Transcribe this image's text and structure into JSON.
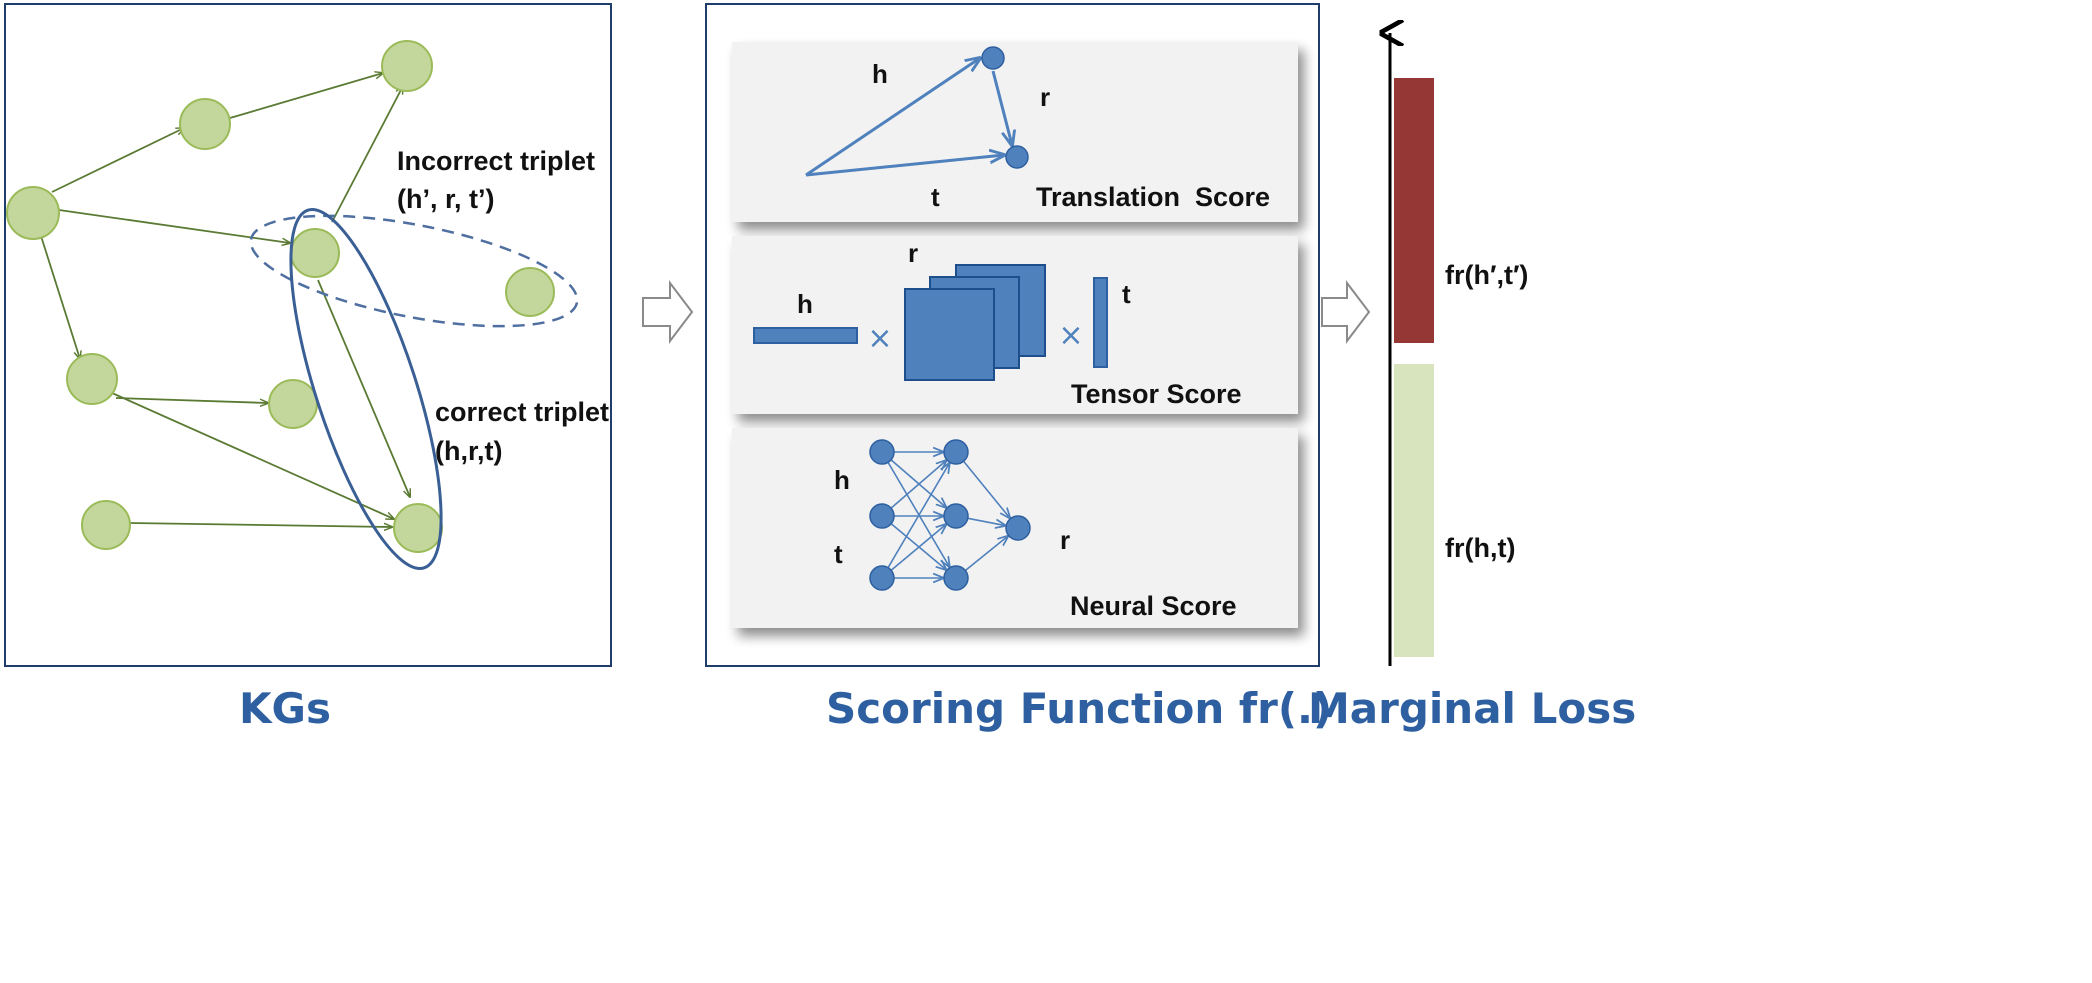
{
  "colors": {
    "node_fill": "#c3d69b",
    "node_stroke": "#9bbb59",
    "edge": "#5a7a33",
    "blue": "#4f81bd",
    "blue_dark": "#2e5fa0",
    "loss_high": "#953735",
    "loss_low": "#d7e4bd",
    "panel_bg": "#f2f2f2"
  },
  "kg_panel": {
    "incorrect_label_line1": "Incorrect triplet",
    "incorrect_label_line2": "(h’, r, t’)",
    "correct_label_line1": "correct triplet",
    "correct_label_line2": "(h,r,t)",
    "caption": "KGs"
  },
  "scoring_panel": {
    "translation": {
      "h": "h",
      "r": "r",
      "t": "t",
      "title": "Translation  Score"
    },
    "tensor": {
      "h": "h",
      "r": "r",
      "t": "t",
      "times": "×",
      "title": "Tensor Score"
    },
    "neural": {
      "h": "h",
      "t": "t",
      "r": "r",
      "title": "Neural Score"
    },
    "caption": "Scoring Function fr(.)"
  },
  "loss_panel": {
    "high_label": "fr(h′,t′)",
    "low_label": "fr(h,t)",
    "caption": "Marginal Loss"
  },
  "icons": [
    "hollow-arrow-right-icon",
    "hollow-arrow-right-icon",
    "axis-arrow-up-icon"
  ]
}
